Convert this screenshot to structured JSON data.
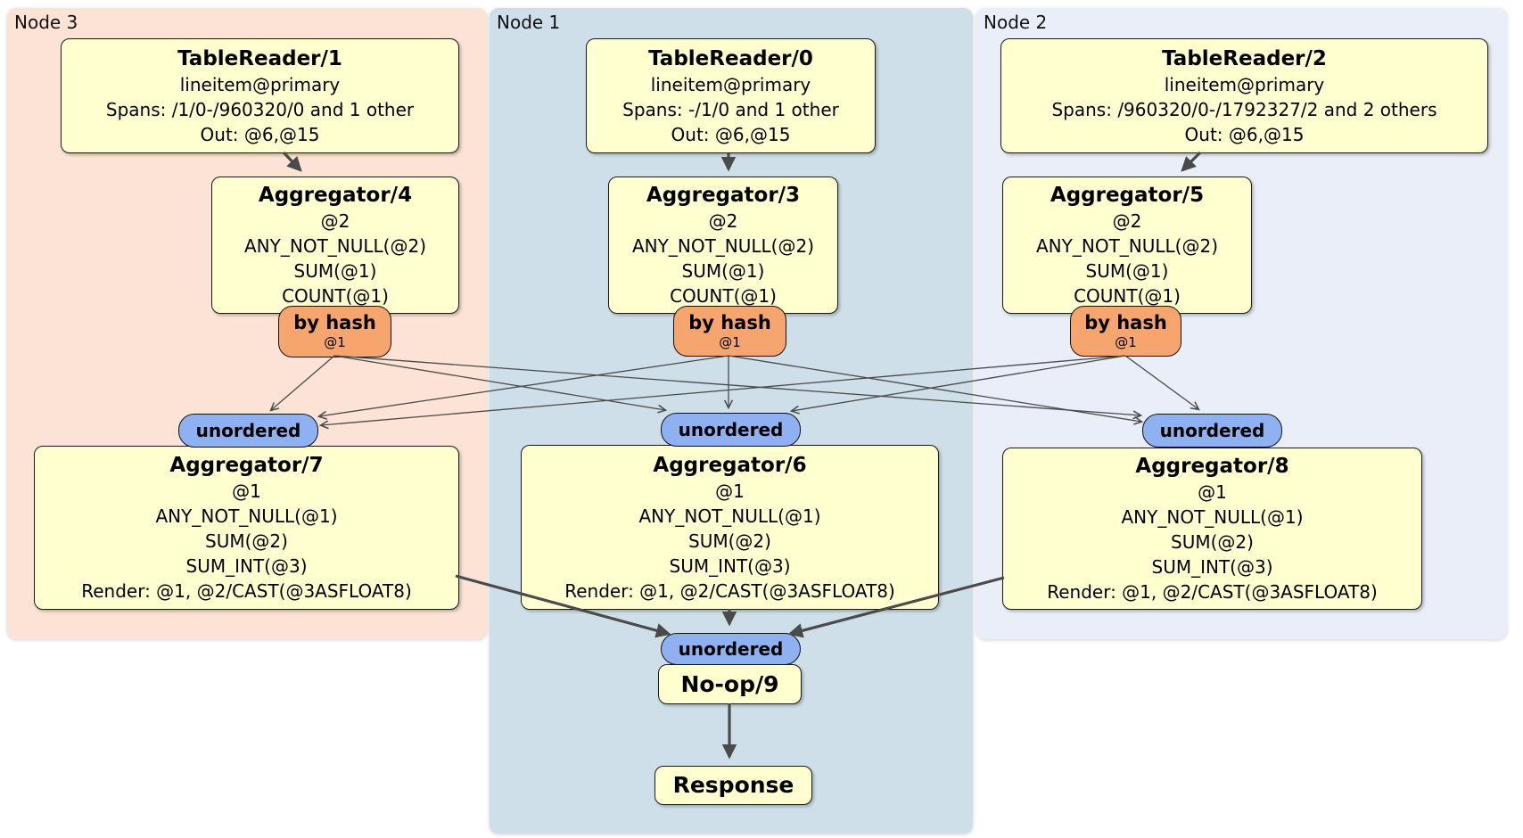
{
  "colors": {
    "node3_bg": "#fce3d5",
    "node1_bg": "#cfdfe9",
    "node2_bg": "#e9eef8",
    "box_fill": "#ffffd0",
    "router_fill": "#f7a56f",
    "sync_fill": "#8fb1f2",
    "edge": "#4a4a4a",
    "text": "#000000"
  },
  "regions": {
    "node3": {
      "label": "Node 3"
    },
    "node1": {
      "label": "Node 1"
    },
    "node2": {
      "label": "Node 2"
    }
  },
  "router": {
    "label": "by hash",
    "key": "@1"
  },
  "sync": {
    "label": "unordered"
  },
  "boxes": {
    "tr1": {
      "title": "TableReader/1",
      "lines": [
        "lineitem@primary",
        "Spans: /1/0-/960320/0 and 1 other",
        "Out: @6,@15"
      ]
    },
    "tr0": {
      "title": "TableReader/0",
      "lines": [
        "lineitem@primary",
        "Spans: -/1/0 and 1 other",
        "Out: @6,@15"
      ]
    },
    "tr2": {
      "title": "TableReader/2",
      "lines": [
        "lineitem@primary",
        "Spans: /960320/0-/1792327/2 and 2 others",
        "Out: @6,@15"
      ]
    },
    "agg4": {
      "title": "Aggregator/4",
      "lines": [
        "@2",
        "ANY_NOT_NULL(@2)",
        "SUM(@1)",
        "COUNT(@1)"
      ]
    },
    "agg3": {
      "title": "Aggregator/3",
      "lines": [
        "@2",
        "ANY_NOT_NULL(@2)",
        "SUM(@1)",
        "COUNT(@1)"
      ]
    },
    "agg5": {
      "title": "Aggregator/5",
      "lines": [
        "@2",
        "ANY_NOT_NULL(@2)",
        "SUM(@1)",
        "COUNT(@1)"
      ]
    },
    "agg7": {
      "title": "Aggregator/7",
      "lines": [
        "@1",
        "ANY_NOT_NULL(@1)",
        "SUM(@2)",
        "SUM_INT(@3)",
        "Render: @1, @2/CAST(@3ASFLOAT8)"
      ]
    },
    "agg6": {
      "title": "Aggregator/6",
      "lines": [
        "@1",
        "ANY_NOT_NULL(@1)",
        "SUM(@2)",
        "SUM_INT(@3)",
        "Render: @1, @2/CAST(@3ASFLOAT8)"
      ]
    },
    "agg8": {
      "title": "Aggregator/8",
      "lines": [
        "@1",
        "ANY_NOT_NULL(@1)",
        "SUM(@2)",
        "SUM_INT(@3)",
        "Render: @1, @2/CAST(@3ASFLOAT8)"
      ]
    },
    "noop": {
      "title": "No-op/9"
    },
    "response": {
      "title": "Response"
    }
  }
}
